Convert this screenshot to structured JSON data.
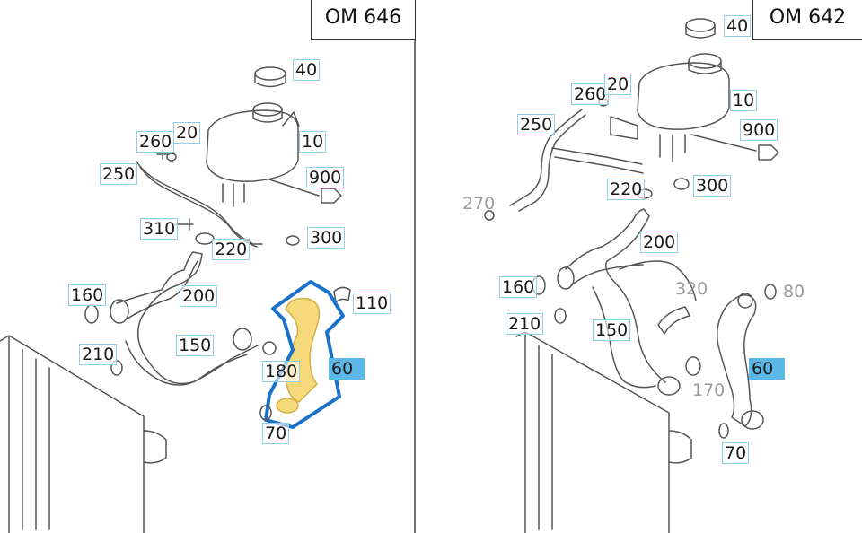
{
  "panels": [
    {
      "engine": "OM 646"
    },
    {
      "engine": "OM 642"
    }
  ],
  "left_labels": [
    "40",
    "20",
    "260",
    "10",
    "250",
    "900",
    "310",
    "220",
    "300",
    "160",
    "200",
    "110",
    "210",
    "150",
    "180",
    "60",
    "70"
  ],
  "right_labels": [
    "40",
    "260",
    "20",
    "10",
    "250",
    "900",
    "220",
    "300",
    "270",
    "200",
    "160",
    "320",
    "80",
    "210",
    "150",
    "60",
    "170",
    "70"
  ],
  "selected_part": "60",
  "colors": {
    "highlight_outline": "#1a73c8",
    "highlight_fill": "#f5d97a",
    "label_border": "#8fd0e8",
    "label_selected": "#5cb8e6"
  }
}
